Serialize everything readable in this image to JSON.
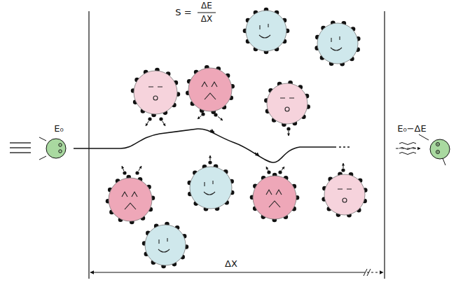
{
  "diagram": {
    "labels": [
      "S =",
      "ΔE",
      "ΔX",
      "E₀",
      "E₀−ΔE",
      "ΔX"
    ]
  }
}
